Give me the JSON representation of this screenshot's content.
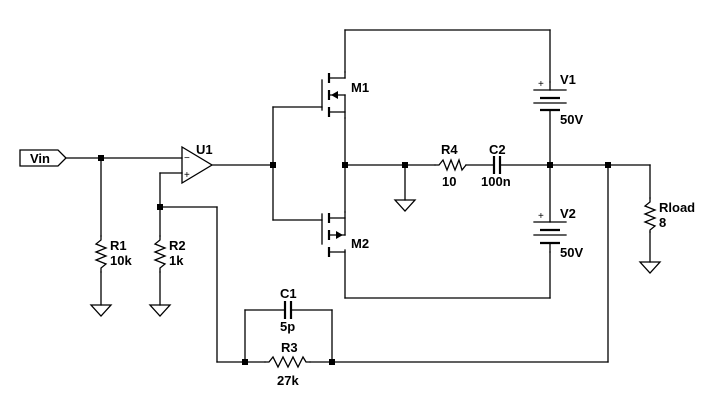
{
  "port": {
    "label": "Vin"
  },
  "opamp": {
    "ref": "U1",
    "minus": "−",
    "plus": "+"
  },
  "mosfets": [
    {
      "ref": "M1"
    },
    {
      "ref": "M2"
    }
  ],
  "resistors": {
    "r1": {
      "ref": "R1",
      "value": "10k"
    },
    "r2": {
      "ref": "R2",
      "value": "1k"
    },
    "r3": {
      "ref": "R3",
      "value": "27k"
    },
    "r4": {
      "ref": "R4",
      "value": "10"
    },
    "rload": {
      "ref": "Rload",
      "value": "8"
    }
  },
  "capacitors": {
    "c1": {
      "ref": "C1",
      "value": "5p"
    },
    "c2": {
      "ref": "C2",
      "value": "100n"
    }
  },
  "sources": {
    "v1": {
      "ref": "V1",
      "value": "50V",
      "plus": "+"
    },
    "v2": {
      "ref": "V2",
      "value": "50V",
      "plus": "+"
    }
  }
}
